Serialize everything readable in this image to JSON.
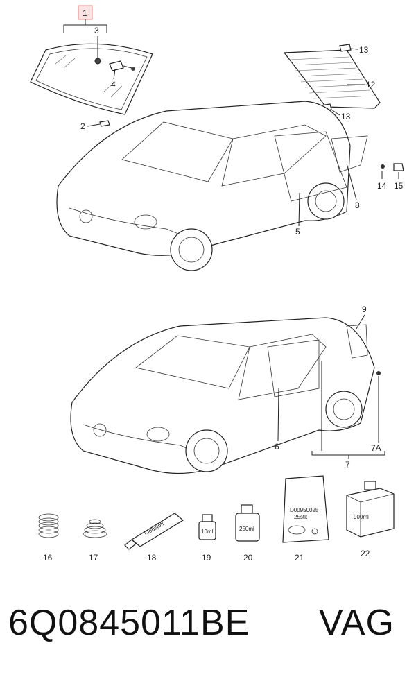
{
  "callouts": {
    "c1": "1",
    "c2": "2",
    "c3": "3",
    "c4": "4",
    "c5": "5",
    "c6": "6",
    "c7": "7",
    "c7a": "7A",
    "c8": "8",
    "c9": "9",
    "c12": "12",
    "c13a": "13",
    "c13b": "13",
    "c14": "14",
    "c15": "15",
    "c16": "16",
    "c17": "17",
    "c18": "18",
    "c19": "19",
    "c20": "20",
    "c21": "21",
    "c22": "22"
  },
  "package_labels": {
    "tube": "Klebstoff",
    "bottle_small": "10ml",
    "can": "250ml",
    "bag_line1": "D00950025",
    "bag_line2": "25stk",
    "box": "900ml"
  },
  "footer": {
    "part_number": "6Q0845011BE",
    "brand": "VAG"
  },
  "colors": {
    "highlight_box": "#f4a6a6",
    "ink": "#222222"
  }
}
